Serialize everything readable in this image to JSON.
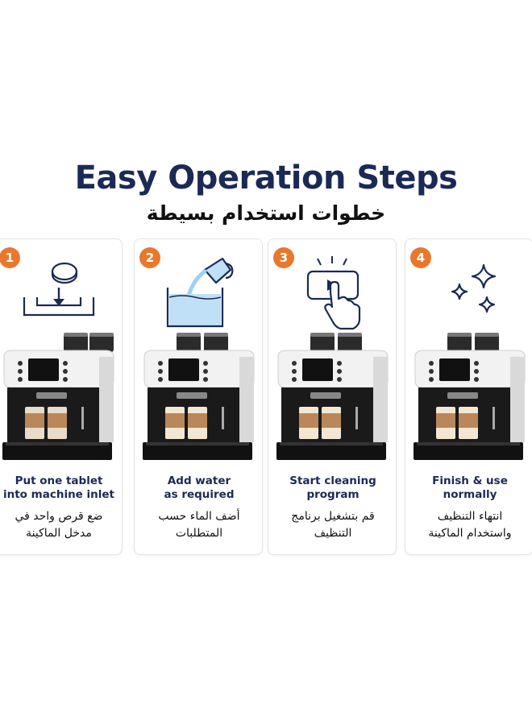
{
  "header": {
    "title": "Easy Operation Steps",
    "subtitle": "خطوات استخدام بسيطة"
  },
  "colors": {
    "badge": "#e8782c",
    "title": "#1b2a55",
    "icon_stroke": "#1b2a55",
    "water": "#bfe0f7"
  },
  "steps": [
    {
      "number": "1",
      "icon": "tablet-into-inlet-icon",
      "label_en": [
        "Put one tablet",
        "into machine inlet"
      ],
      "label_ar": [
        "ضع قرص واحد في",
        "مدخل الماكينة"
      ]
    },
    {
      "number": "2",
      "icon": "pour-water-icon",
      "label_en": [
        "Add water",
        "as required"
      ],
      "label_ar": [
        "أضف الماء حسب",
        "المتطلبات"
      ]
    },
    {
      "number": "3",
      "icon": "press-play-button-icon",
      "label_en": [
        "Start cleaning",
        "program"
      ],
      "label_ar": [
        "قم بتشغيل برنامج",
        "التنظيف"
      ]
    },
    {
      "number": "4",
      "icon": "sparkles-icon",
      "label_en": [
        "Finish & use",
        "normally"
      ],
      "label_ar": [
        "انتهاء التنظيف",
        "واستخدام الماكينة"
      ]
    }
  ]
}
